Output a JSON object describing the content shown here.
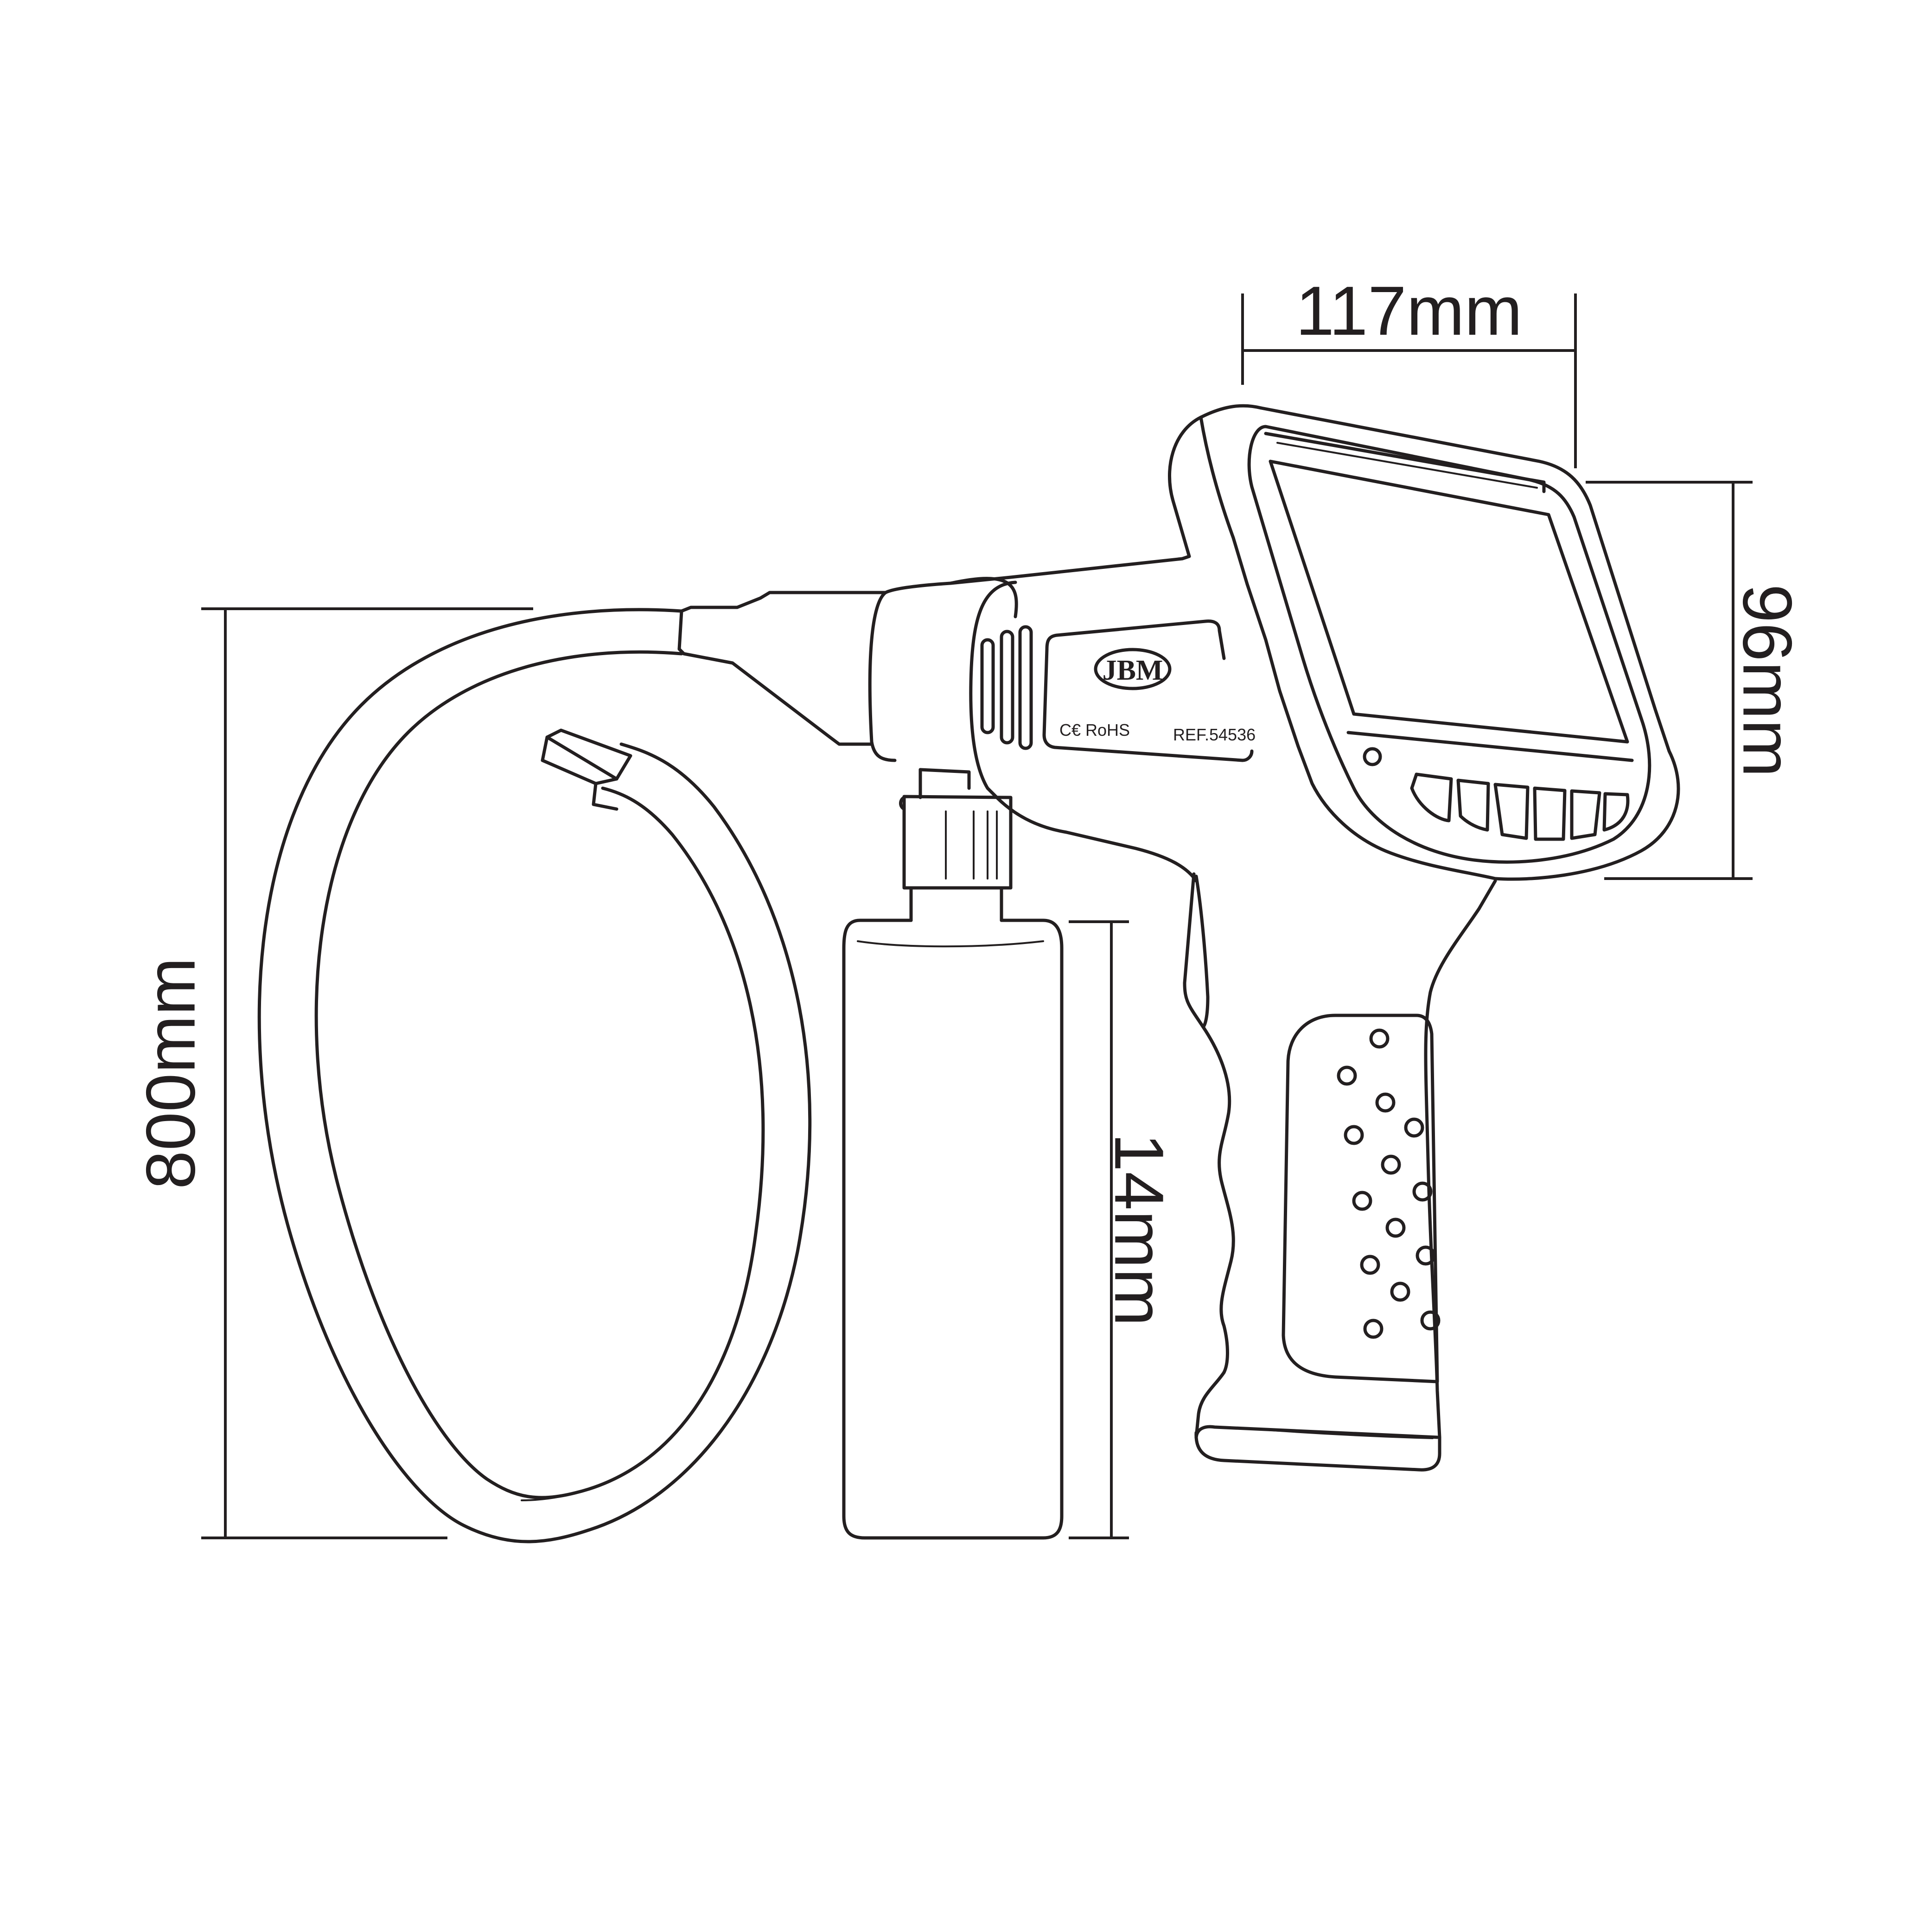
{
  "dimensions": {
    "width": "117mm",
    "height_screen": "96mm",
    "cable_length": "800mm",
    "bottle_height": "14mm"
  },
  "device_labels": {
    "brand": "JBM",
    "certification": "C€ RoHS",
    "reference": "REF.54536"
  }
}
